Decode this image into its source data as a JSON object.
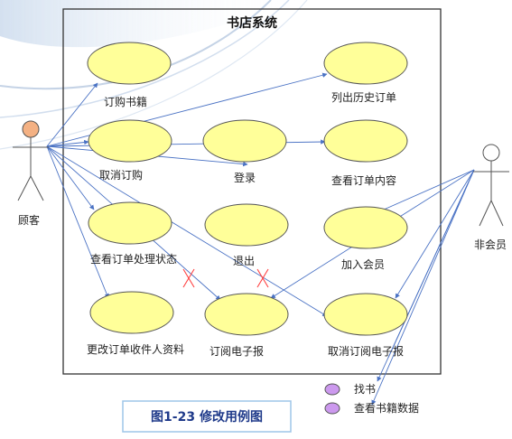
{
  "system": {
    "title": "书店系统"
  },
  "actors": {
    "customer": "顾客",
    "non_member": "非会员"
  },
  "use_cases": {
    "order_books": "订购书籍",
    "list_history": "列出历史订单",
    "cancel_order": "取消订购",
    "login": "登录",
    "view_order": "查看订单内容",
    "view_status": "查看订单处理状态",
    "logout": "退出",
    "join_member": "加入会员",
    "change_receiver": "更改订单收件人资料",
    "subscribe_news": "订阅电子报",
    "unsubscribe_news": "取消订阅电子报"
  },
  "legend": {
    "find_book": "找书",
    "search_books": "查看书籍数据"
  },
  "caption": "图1-23 修改用例图",
  "colors": {
    "use_case_fill": "#ffff99",
    "line": "#4a72c4",
    "legend_dot": "#cc99ee",
    "caption_text": "#1f3a8a"
  }
}
